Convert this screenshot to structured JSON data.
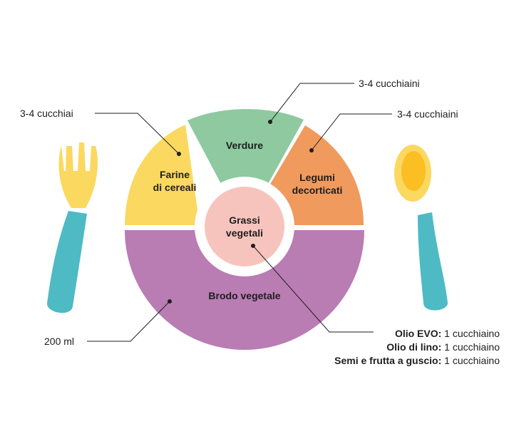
{
  "plate": {
    "segments": {
      "verdure": {
        "label": "Verdure",
        "color": "#8ec9a0"
      },
      "farine": {
        "label_line1": "Farine",
        "label_line2": "di cereali",
        "color": "#fbd85f"
      },
      "legumi": {
        "label_line1": "Legumi",
        "label_line2": "decorticati",
        "color": "#f09a5e"
      },
      "brodo": {
        "label": "Brodo vegetale",
        "color": "#b97cb3"
      },
      "grassi": {
        "label_line1": "Grassi",
        "label_line2": "vegetali",
        "color": "#f7c4bd"
      }
    }
  },
  "callouts": {
    "farine": "3-4 cucchiai",
    "verdure": "3-4 cucchiaini",
    "legumi": "3-4 cucchiaini",
    "brodo": "200 ml"
  },
  "grassi_notes": [
    {
      "key": "Olio EVO:",
      "value": " 1 cucchiaino"
    },
    {
      "key": "Olio di lino:",
      "value": " 1 cucchiaino"
    },
    {
      "key": "Semi e frutta a guscio:",
      "value": " 1 cucchiaino"
    }
  ],
  "utensils": {
    "fork": "fork-icon",
    "spoon": "spoon-icon",
    "handle_color": "#4dbac4",
    "head_color": "#fbd85f",
    "spoon_bowl_color": "#fbbf24"
  }
}
